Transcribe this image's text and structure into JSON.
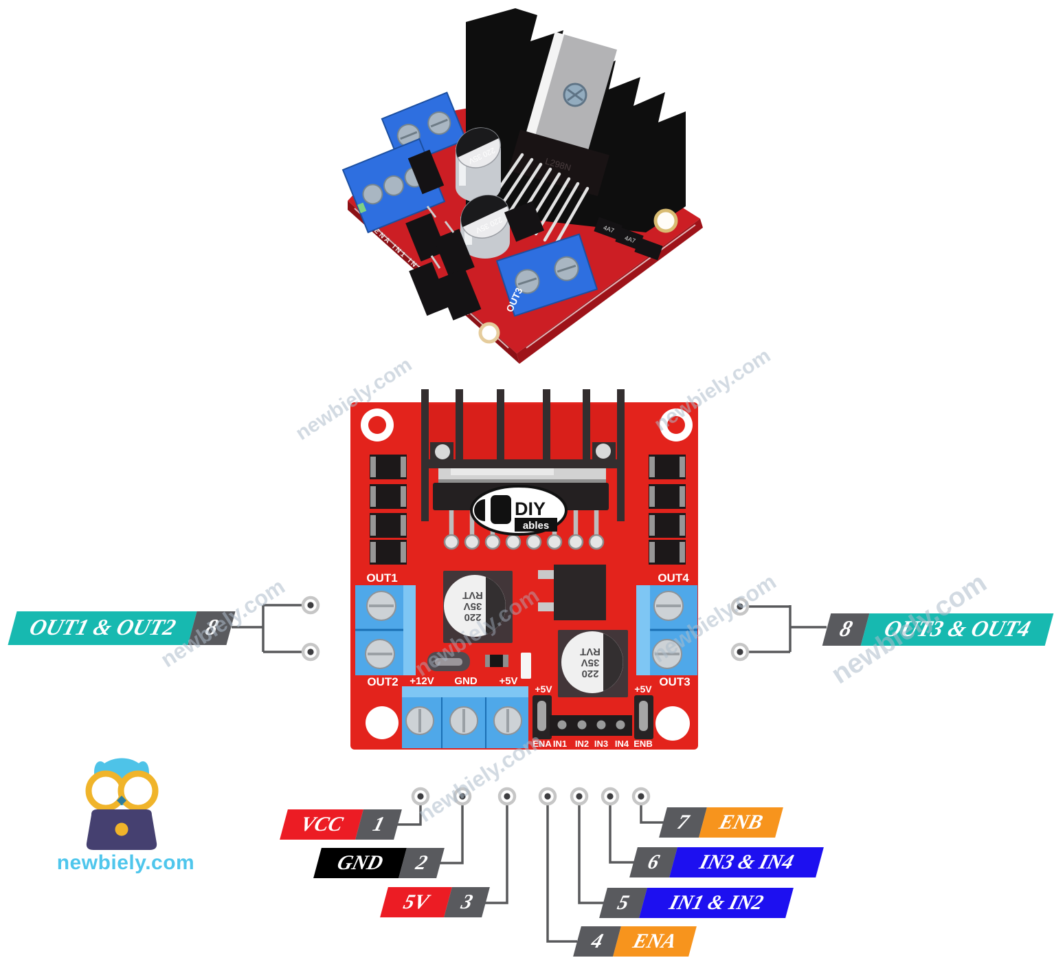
{
  "watermark": {
    "text": "newbiely.com"
  },
  "brand": {
    "site": "newbiely.com",
    "color": "#4FC6EC"
  },
  "photo": {
    "ic_label": "L298N",
    "cap_label": "220 35V",
    "out3_silk": "OUT3",
    "edge_silk": "ENA IN1 IN2 IN3 IN4 ENB",
    "diode_label": "4A7"
  },
  "board": {
    "pcb_color": "#E3231C",
    "terminal_color": "#4FA8E9",
    "silkscreen": {
      "out1": "OUT1",
      "out2": "OUT2",
      "out3": "OUT3",
      "out4": "OUT4",
      "v12": "+12V",
      "gnd": "GND",
      "v5": "+5V",
      "ena": "ENA",
      "in1": "IN1",
      "in2": "IN2",
      "in3": "IN3",
      "in4": "IN4",
      "enb": "ENB"
    },
    "capacitor_text": {
      "l1": "220",
      "l2": "35V",
      "l3": "RVT"
    },
    "logo": {
      "brand": "DIY",
      "suffix": "ables"
    }
  },
  "callouts": {
    "number_bg": "#595A5E",
    "wire_color": "#58595B",
    "left": {
      "number": "8",
      "label": "OUT1 & OUT2",
      "color": "#17B9B0"
    },
    "right": {
      "number": "8",
      "label": "OUT3 & OUT4",
      "color": "#17B9B0"
    },
    "pins": [
      {
        "number": "1",
        "label": "VCC",
        "color": "#EC1C24"
      },
      {
        "number": "2",
        "label": "GND",
        "color": "#000000"
      },
      {
        "number": "3",
        "label": "5V",
        "color": "#EC1C24"
      },
      {
        "number": "4",
        "label": "ENA",
        "color": "#F7941D"
      },
      {
        "number": "5",
        "label": "IN1 & IN2",
        "color": "#1D10F0"
      },
      {
        "number": "6",
        "label": "IN3 & IN4",
        "color": "#1D10F0"
      },
      {
        "number": "7",
        "label": "ENB",
        "color": "#F7941D"
      }
    ]
  }
}
